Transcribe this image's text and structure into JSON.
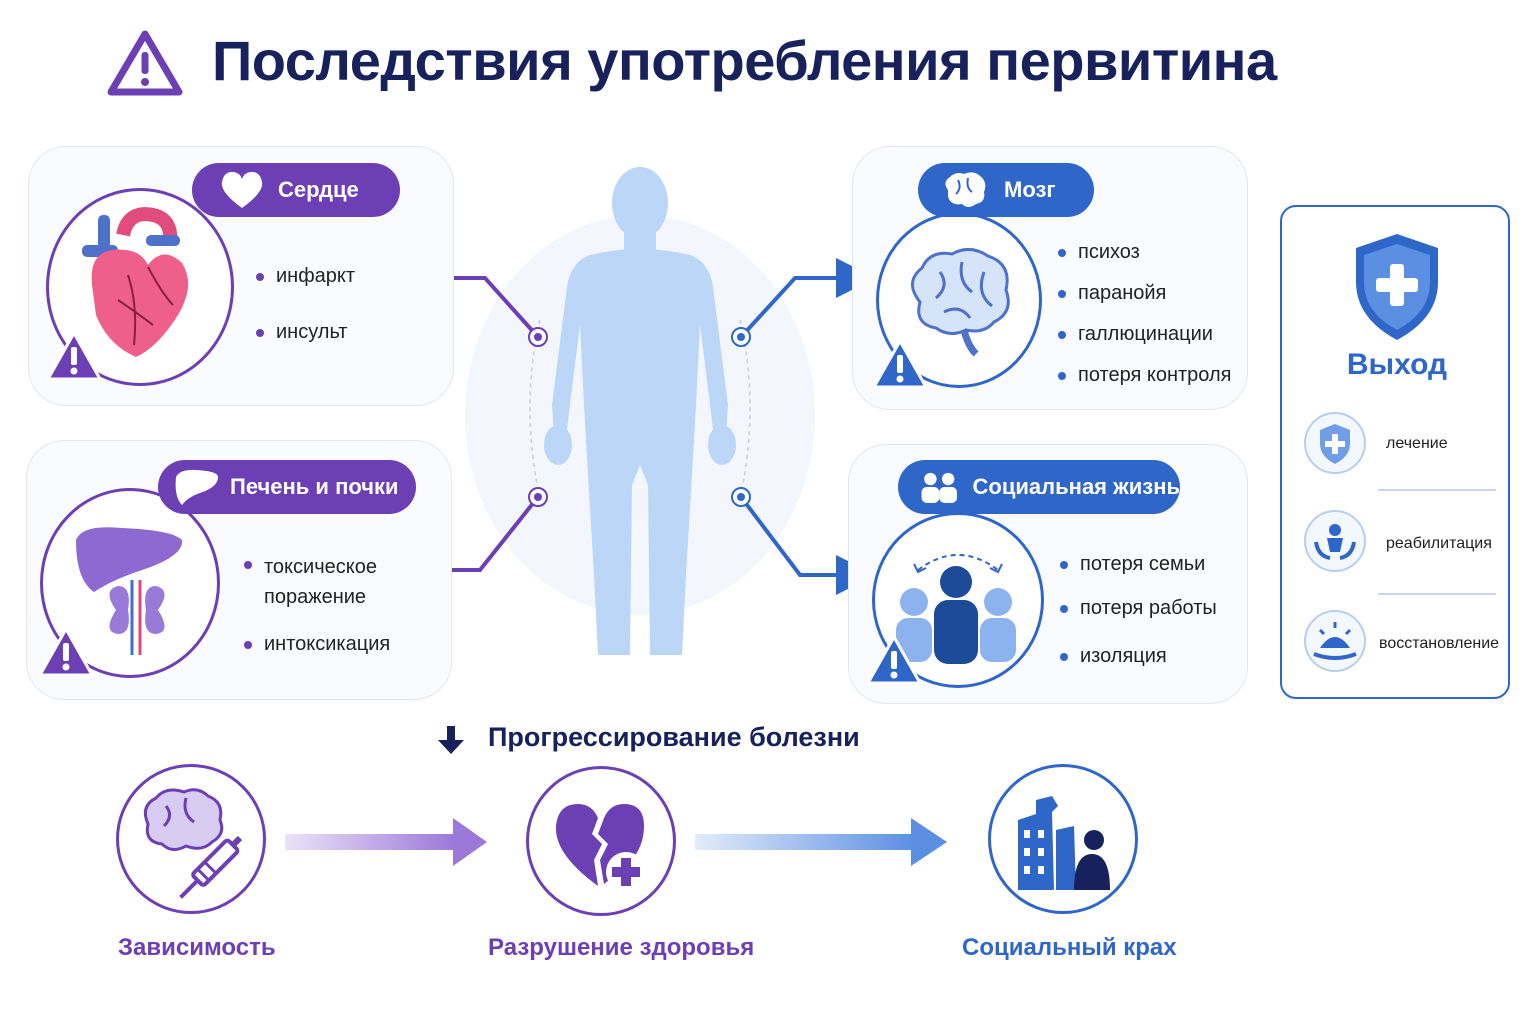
{
  "title": "Последствия употребления первитина",
  "cards": {
    "heart": {
      "label": "Сердце",
      "items": [
        "инфаркт",
        "инсульт"
      ]
    },
    "liver": {
      "label": "Печень и почки",
      "items": [
        "токсическое поражение",
        "интоксикация"
      ]
    },
    "brain": {
      "label": "Мозг",
      "items": [
        "психоз",
        "паранойя",
        "галлюцинации",
        "потеря контроля"
      ]
    },
    "social": {
      "label": "Социальная жизнь",
      "items": [
        "потеря семьи",
        "потеря работы",
        "изоляция"
      ]
    }
  },
  "exit": {
    "title": "Выход",
    "items": [
      "лечение",
      "реабилитация",
      "восстановление"
    ]
  },
  "progression": {
    "title": "Прогрессирование болезни",
    "stages": [
      "Зависимость",
      "Разрушение здоровья",
      "Социальный крах"
    ]
  },
  "colors": {
    "purple": "#6c3fb5",
    "blue": "#2f67c9",
    "navy": "#17215c",
    "body": "#bcd6f7"
  }
}
